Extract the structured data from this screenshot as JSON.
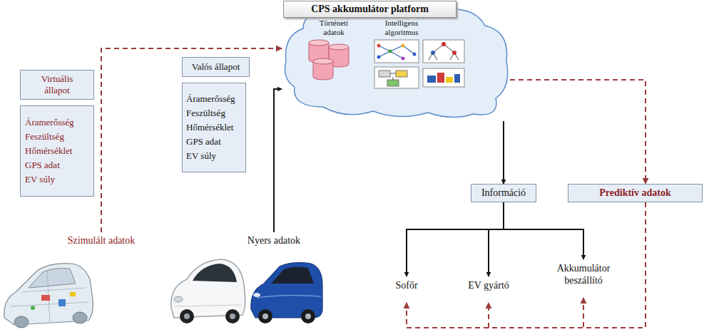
{
  "diagram": {
    "nodes": [
      {
        "text": [
          "Virtuális állapot"
        ]
      },
      {
        "text": [
          "Áramerősség Feszültség Hőmérséklet GPS adat EV súly"
        ]
      },
      {
        "text": [
          "Szimulált adatok"
        ]
      },
      {
        "text": [
          "Valós állapot"
        ]
      },
      {
        "text": [
          "Áramerősség Feszültség Hőmérséklet GPS adat EV súly"
        ]
      },
      {
        "text": [
          "Nyers adatok"
        ]
      },
      {
        "text": [
          "CPS akkumulátor platform",
          "Történeti adatok",
          "Intelligens algoritmus"
        ]
      },
      {
        "text": [
          "Információ"
        ]
      },
      {
        "text": [
          "Prediktív adatok"
        ]
      },
      {
        "text": [
          "Sofőr"
        ]
      },
      {
        "text": [
          "EV gyártó"
        ]
      },
      {
        "text": [
          "Akkumulátor beszállító"
        ]
      }
    ],
    "edges": [
      {
        "from": 2,
        "to": 6,
        "arrow": "to"
      },
      {
        "from": 5,
        "to": 6,
        "arrow": "to"
      },
      {
        "from": 6,
        "to": 7,
        "arrow": "to"
      },
      {
        "from": 6,
        "to": 8,
        "arrow": "to"
      },
      {
        "from": 7,
        "to": 9,
        "arrow": "to"
      },
      {
        "from": 7,
        "to": 10,
        "arrow": "to"
      },
      {
        "from": 7,
        "to": 11,
        "arrow": "to"
      },
      {
        "from": 8,
        "to": 9,
        "arrow": "to"
      },
      {
        "from": 8,
        "to": 10,
        "arrow": "to"
      },
      {
        "from": 8,
        "to": 11,
        "arrow": "to"
      }
    ]
  }
}
